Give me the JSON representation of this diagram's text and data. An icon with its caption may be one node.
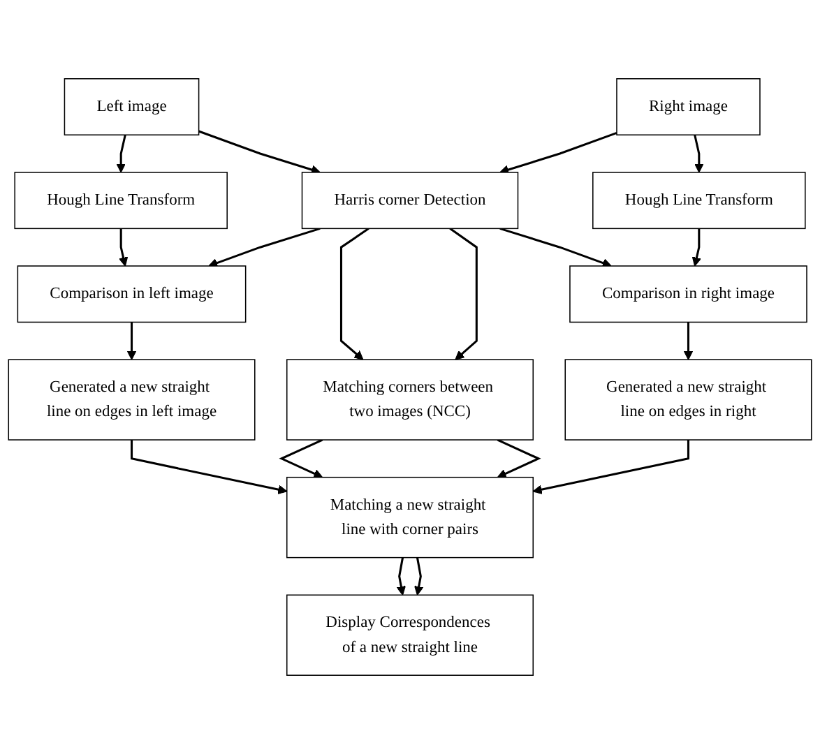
{
  "diagram": {
    "nodes": [
      {
        "text": [
          "Left image"
        ]
      },
      {
        "text": [
          "Right image"
        ]
      },
      {
        "text": [
          "Hough Line Transform"
        ]
      },
      {
        "text": [
          "Harris corner Detection"
        ]
      },
      {
        "text": [
          "Hough Line Transform"
        ]
      },
      {
        "text": [
          "Comparison in left image"
        ]
      },
      {
        "text": [
          "Matching corners between two images (NCC)"
        ]
      },
      {
        "text": [
          "Comparison in right image"
        ]
      },
      {
        "text": [
          "Generated a new straight line on edges in left image"
        ]
      },
      {
        "text": [
          "Generated a new straight line on edges in right"
        ]
      },
      {
        "text": [
          "Matching a new straight line with corner pairs"
        ]
      },
      {
        "text": [
          "Display Correspondences of a new straight line"
        ]
      }
    ],
    "edges": [
      {
        "from": 0,
        "to": 2,
        "arrow": "to"
      },
      {
        "from": 0,
        "to": 3,
        "arrow": "to"
      },
      {
        "from": 1,
        "to": 3,
        "arrow": "to"
      },
      {
        "from": 1,
        "to": 4,
        "arrow": "to"
      },
      {
        "from": 2,
        "to": 5,
        "arrow": "to"
      },
      {
        "from": 3,
        "to": 5,
        "arrow": "to"
      },
      {
        "from": 3,
        "to": 6,
        "arrow": "to"
      },
      {
        "from": 3,
        "to": 6,
        "arrow": "to"
      },
      {
        "from": 3,
        "to": 7,
        "arrow": "to"
      },
      {
        "from": 4,
        "to": 7,
        "arrow": "to"
      },
      {
        "from": 5,
        "to": 8,
        "arrow": "to"
      },
      {
        "from": 7,
        "to": 9,
        "arrow": "to"
      },
      {
        "from": 6,
        "to": 10,
        "arrow": "to"
      },
      {
        "from": 6,
        "to": 10,
        "arrow": "to"
      },
      {
        "from": 8,
        "to": 10,
        "arrow": "to"
      },
      {
        "from": 9,
        "to": 10,
        "arrow": "to"
      },
      {
        "from": 10,
        "to": 11,
        "arrow": "to"
      },
      {
        "from": 10,
        "to": 11,
        "arrow": "to"
      }
    ]
  }
}
